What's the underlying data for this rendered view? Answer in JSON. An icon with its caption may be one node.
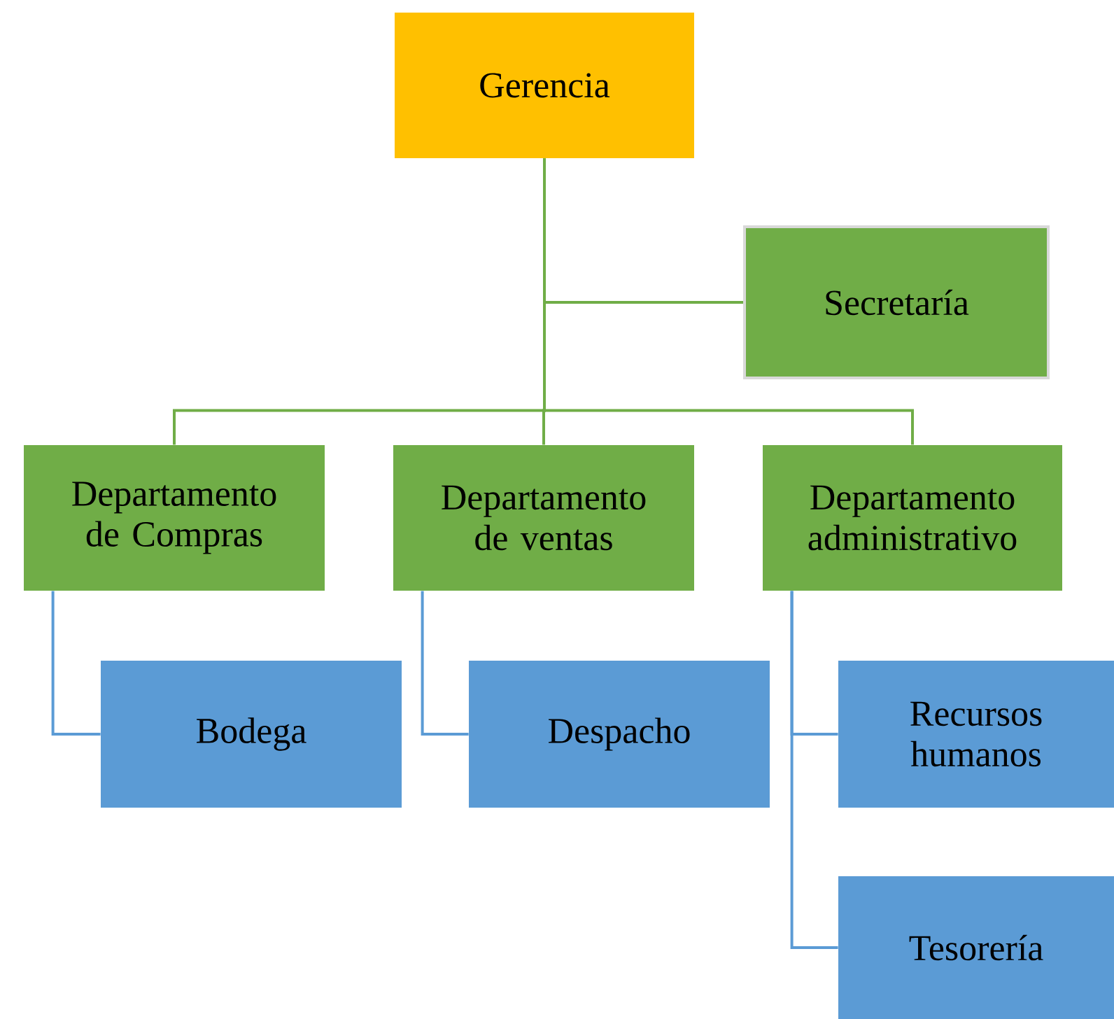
{
  "diagram": {
    "nodes": [
      {
        "text": [
          "Gerencia"
        ]
      },
      {
        "text": [
          "Secretaría"
        ]
      },
      {
        "text": [
          "Departamento de Compras"
        ]
      },
      {
        "text": [
          "Departamento de ventas"
        ]
      },
      {
        "text": [
          "Departamento administrativo"
        ]
      },
      {
        "text": [
          "Bodega"
        ]
      },
      {
        "text": [
          "Despacho"
        ]
      },
      {
        "text": [
          "Recursos humanos"
        ]
      },
      {
        "text": [
          "Tesorería"
        ]
      }
    ],
    "edges": [
      {
        "from": 0,
        "to": 1,
        "arrow": "none"
      },
      {
        "from": 0,
        "to": 2,
        "arrow": "none"
      },
      {
        "from": 0,
        "to": 3,
        "arrow": "none"
      },
      {
        "from": 0,
        "to": 4,
        "arrow": "none"
      },
      {
        "from": 2,
        "to": 5,
        "arrow": "none",
        "color": "#5b9bd5"
      },
      {
        "from": 3,
        "to": 6,
        "arrow": "none",
        "color": "#5b9bd5"
      },
      {
        "from": 4,
        "to": 7,
        "arrow": "none",
        "color": "#5b9bd5"
      },
      {
        "from": 4,
        "to": 8,
        "arrow": "none",
        "color": "#5b9bd5"
      }
    ]
  }
}
